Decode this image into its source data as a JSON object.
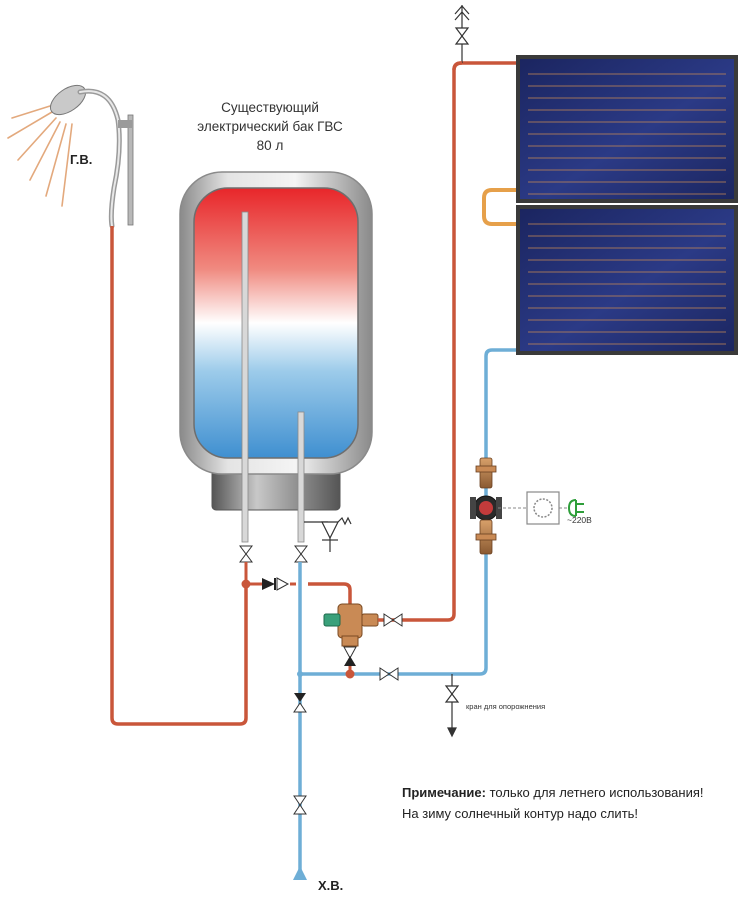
{
  "labels": {
    "tank_line1": "Существующий",
    "tank_line2": "электрический бак ГВС",
    "tank_line3": "80 л",
    "hot_water": "Г.В.",
    "cold_water": "Х.В.",
    "drain_valve": "кран для опорожнения",
    "voltage": "~220В"
  },
  "note": {
    "bold": "Примечание:",
    "line1": " только для летнего использования!",
    "line2": "На зиму солнечный контур надо слить!"
  },
  "colors": {
    "hot_pipe": "#c9563a",
    "cold_pipe": "#6eaed6",
    "collector": "#1f2a66",
    "plug": "#2e9e3a"
  }
}
